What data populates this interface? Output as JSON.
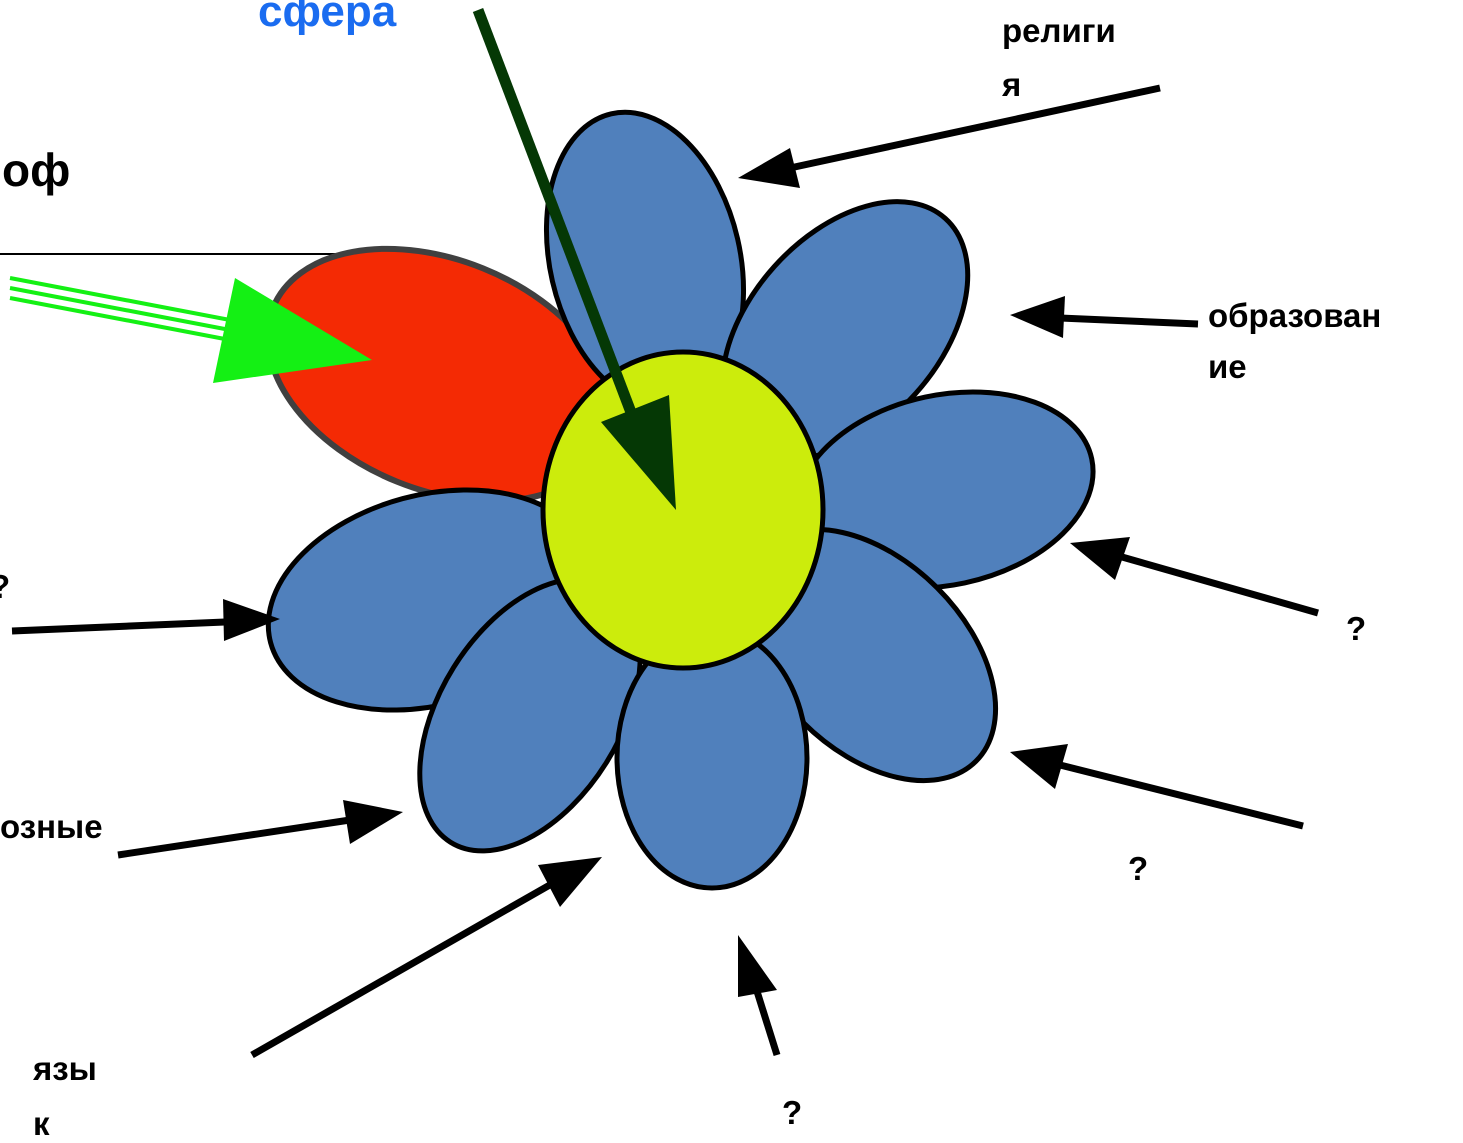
{
  "labels": {
    "top_left_fragment": "оф",
    "sphere": "сфера",
    "religion_line1": "религи",
    "religion_line2": "я",
    "education_line1": "образован",
    "education_line2": "ие",
    "right_question": "?",
    "lower_right_question": "?",
    "bottom_question": "?",
    "left_question_fragment": "?",
    "left_bottom_fragment": "озные",
    "language_line1": "язы",
    "language_line2": "к"
  },
  "colors": {
    "petal_fill": "#5080bc",
    "center_fill": "#ccec0c",
    "red_petal_fill": "#f42a04",
    "red_petal_stroke": "#404040",
    "green_arrow": "#14f014",
    "dark_arrow": "#053805",
    "sphere_text": "#1a6cf0"
  }
}
